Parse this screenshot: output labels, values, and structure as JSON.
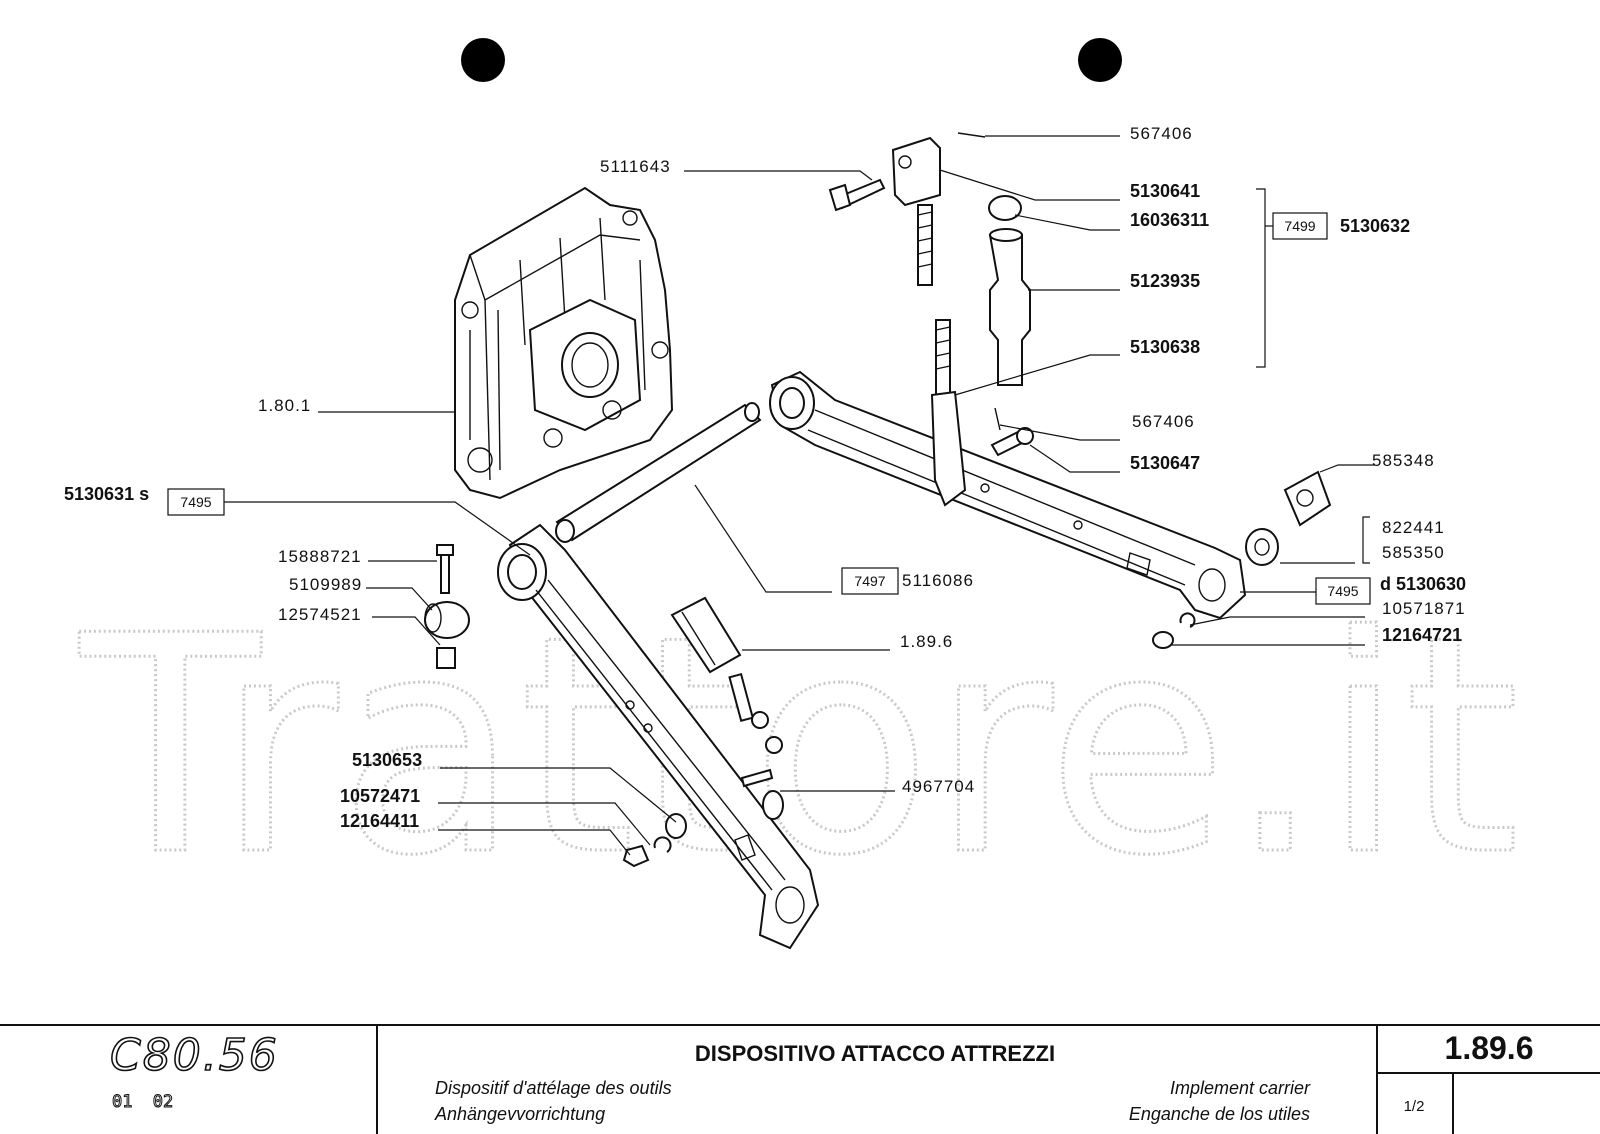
{
  "watermark": "Trattore.it",
  "labels": {
    "p567406_top": "567406",
    "p5111643": "5111643",
    "p5130641": "5130641",
    "p16036311": "16036311",
    "p5123935": "5123935",
    "p5130638": "5130638",
    "p567406_mid": "567406",
    "p5130647": "5130647",
    "p585348": "585348",
    "p822441": "822441",
    "p585350": "585350",
    "p5130630": "d 5130630",
    "p10571871": "10571871",
    "p12164721": "12164721",
    "p1_80_1": "1.80.1",
    "p5130631": "5130631 s",
    "p15888721": "15888721",
    "p5109989": "5109989",
    "p12574521": "12574521",
    "p5116086": "5116086",
    "p1_89_6": "1.89.6",
    "p4967704": "4967704",
    "p5130653": "5130653",
    "p10572471": "10572471",
    "p12164411": "12164411",
    "p5130632": "5130632"
  },
  "boxes": {
    "box7499": "7499",
    "box7495_left": "7495",
    "box7497": "7497",
    "box7495_right": "7495"
  },
  "title_block": {
    "model": "C80.56",
    "variants": "01 02",
    "title": "DISPOSITIVO ATTACCO ATTREZZI",
    "sub_fr": "Dispositif d'attélage des outils",
    "sub_de": "Anhängevvorrichtung",
    "sub_en": "Implement carrier",
    "sub_es": "Enganche de los utiles",
    "code": "1.89.6",
    "sheet": "1/2"
  }
}
